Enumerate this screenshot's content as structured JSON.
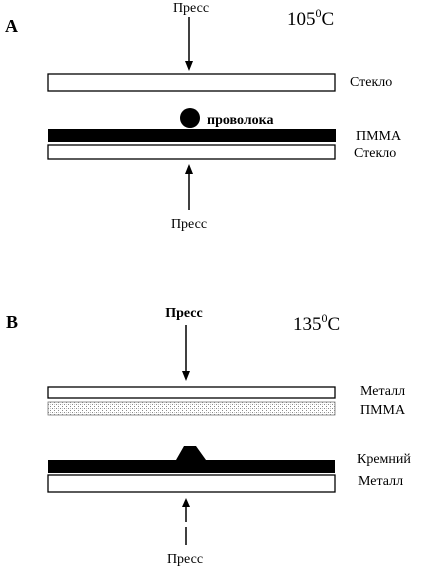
{
  "panel_a": {
    "label": "A",
    "press_top": "Пресс",
    "temperature_value": "105",
    "temperature_sup": "0",
    "temperature_unit": "C",
    "layer_top_glass": "Стекло",
    "wire": "проволока",
    "layer_pmma": "ПММА",
    "layer_bottom_glass": "Стекло",
    "press_bottom": "Пресс"
  },
  "panel_b": {
    "label": "B",
    "press_top": "Пресс",
    "temperature_value": "135",
    "temperature_sup": "0",
    "temperature_unit": "C",
    "layer_top_metal": "Металл",
    "layer_pmma": "ПММА",
    "layer_silicon": "Кремний",
    "layer_bottom_metal": "Металл",
    "press_bottom": "Пресс"
  },
  "colors": {
    "ink": "#000000",
    "paper": "#ffffff",
    "pmma_pattern": "#9a9a9a"
  }
}
